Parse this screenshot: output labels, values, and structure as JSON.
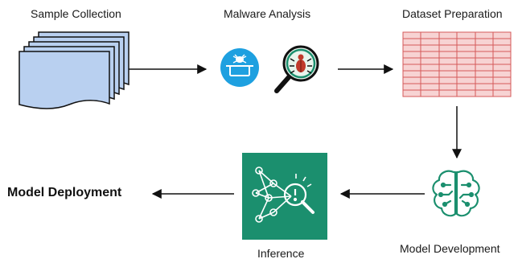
{
  "stages": {
    "sample_collection": "Sample Collection",
    "malware_analysis": "Malware Analysis",
    "dataset_preparation": "Dataset Preparation",
    "model_development": "Model Development",
    "inference": "Inference",
    "model_deployment": "Model Deployment"
  },
  "colors": {
    "document_fill": "#b9d0f0",
    "cloud_blue": "#1ea0e0",
    "teal": "#1b8f6e",
    "grid_fill": "#f7d3d3",
    "grid_line": "#d45a5a",
    "arrow": "#111111"
  },
  "icons": {
    "sample_collection": "document-stack-icon",
    "malware_analysis_1": "sandbox-bug-icon",
    "malware_analysis_2": "magnifier-bug-icon",
    "dataset_preparation": "table-grid-icon",
    "model_development": "brain-circuit-icon",
    "inference": "neural-network-inspect-icon"
  }
}
